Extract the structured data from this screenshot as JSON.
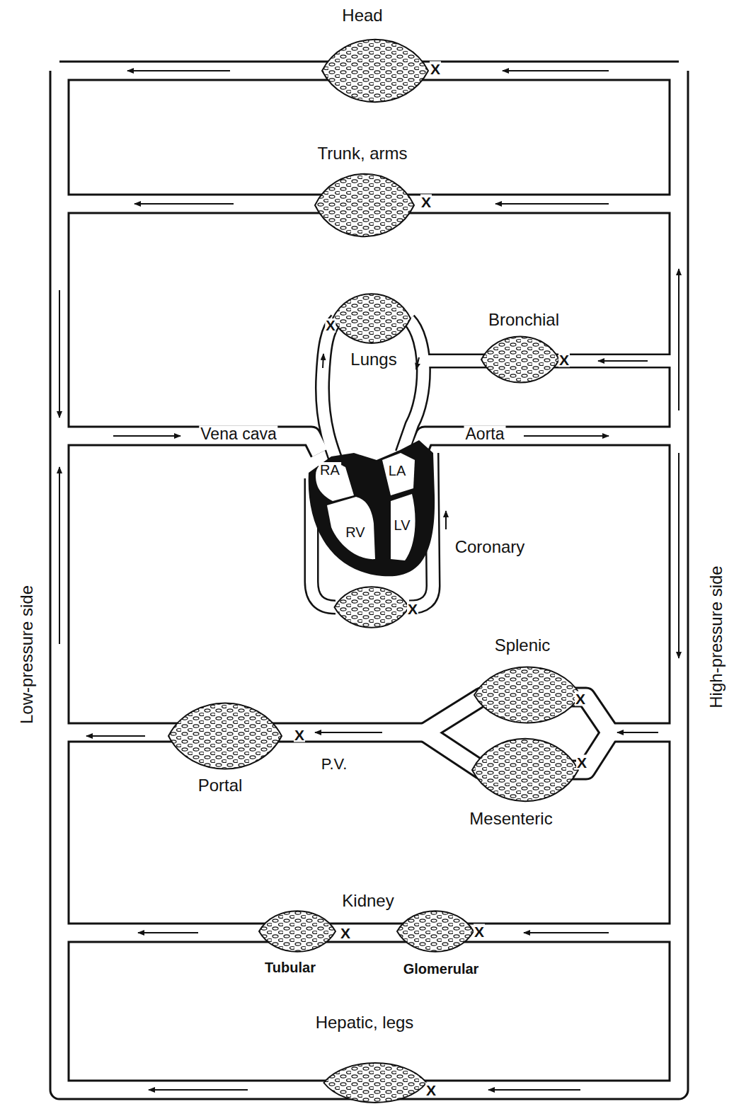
{
  "diagram": {
    "labels": [
      "Head",
      "Trunk, arms",
      "Lungs",
      "Bronchial",
      "Vena cava",
      "Aorta",
      "RA",
      "LA",
      "RV",
      "LV",
      "Coronary",
      "Splenic",
      "Mesenteric",
      "P.V.",
      "Portal",
      "Kidney",
      "Tubular",
      "Glomerular",
      "Hepatic, legs",
      "Low-pressure side",
      "High-pressure side",
      "X",
      "X",
      "X",
      "X",
      "X",
      "X",
      "X",
      "X",
      "X",
      "X",
      "X"
    ]
  }
}
